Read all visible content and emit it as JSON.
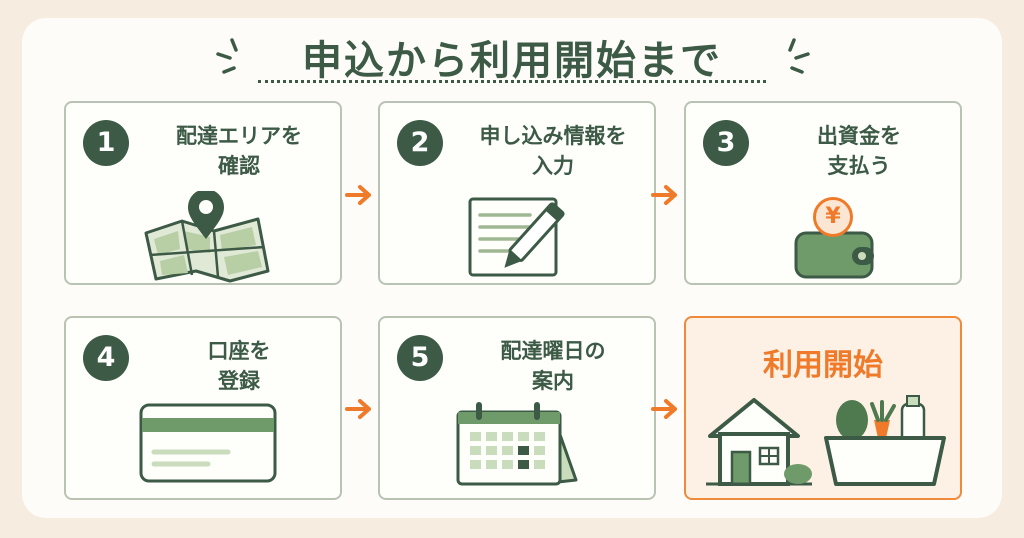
{
  "title": "申込から利用開始まで",
  "colors": {
    "primary": "#3c5a45",
    "accent": "#ef7a2a",
    "card_border": "#b9c3b4",
    "light_green": "#c9dcbb",
    "background": "#f6ecdf"
  },
  "steps": [
    {
      "number": "1",
      "line1": "配達エリアを",
      "line2": "確認",
      "icon": "map-pin-icon"
    },
    {
      "number": "2",
      "line1": "申し込み情報を",
      "line2": "入力",
      "icon": "form-pencil-icon"
    },
    {
      "number": "3",
      "line1": "出資金を",
      "line2": "支払う",
      "icon": "wallet-yen-icon"
    },
    {
      "number": "4",
      "line1": "口座を",
      "line2": "登録",
      "icon": "bank-card-icon"
    },
    {
      "number": "5",
      "line1": "配達曜日の",
      "line2": "案内",
      "icon": "calendar-icon"
    }
  ],
  "final": {
    "label": "利用開始",
    "icon": "home-grocery-icon"
  },
  "wallet_symbol": "¥"
}
